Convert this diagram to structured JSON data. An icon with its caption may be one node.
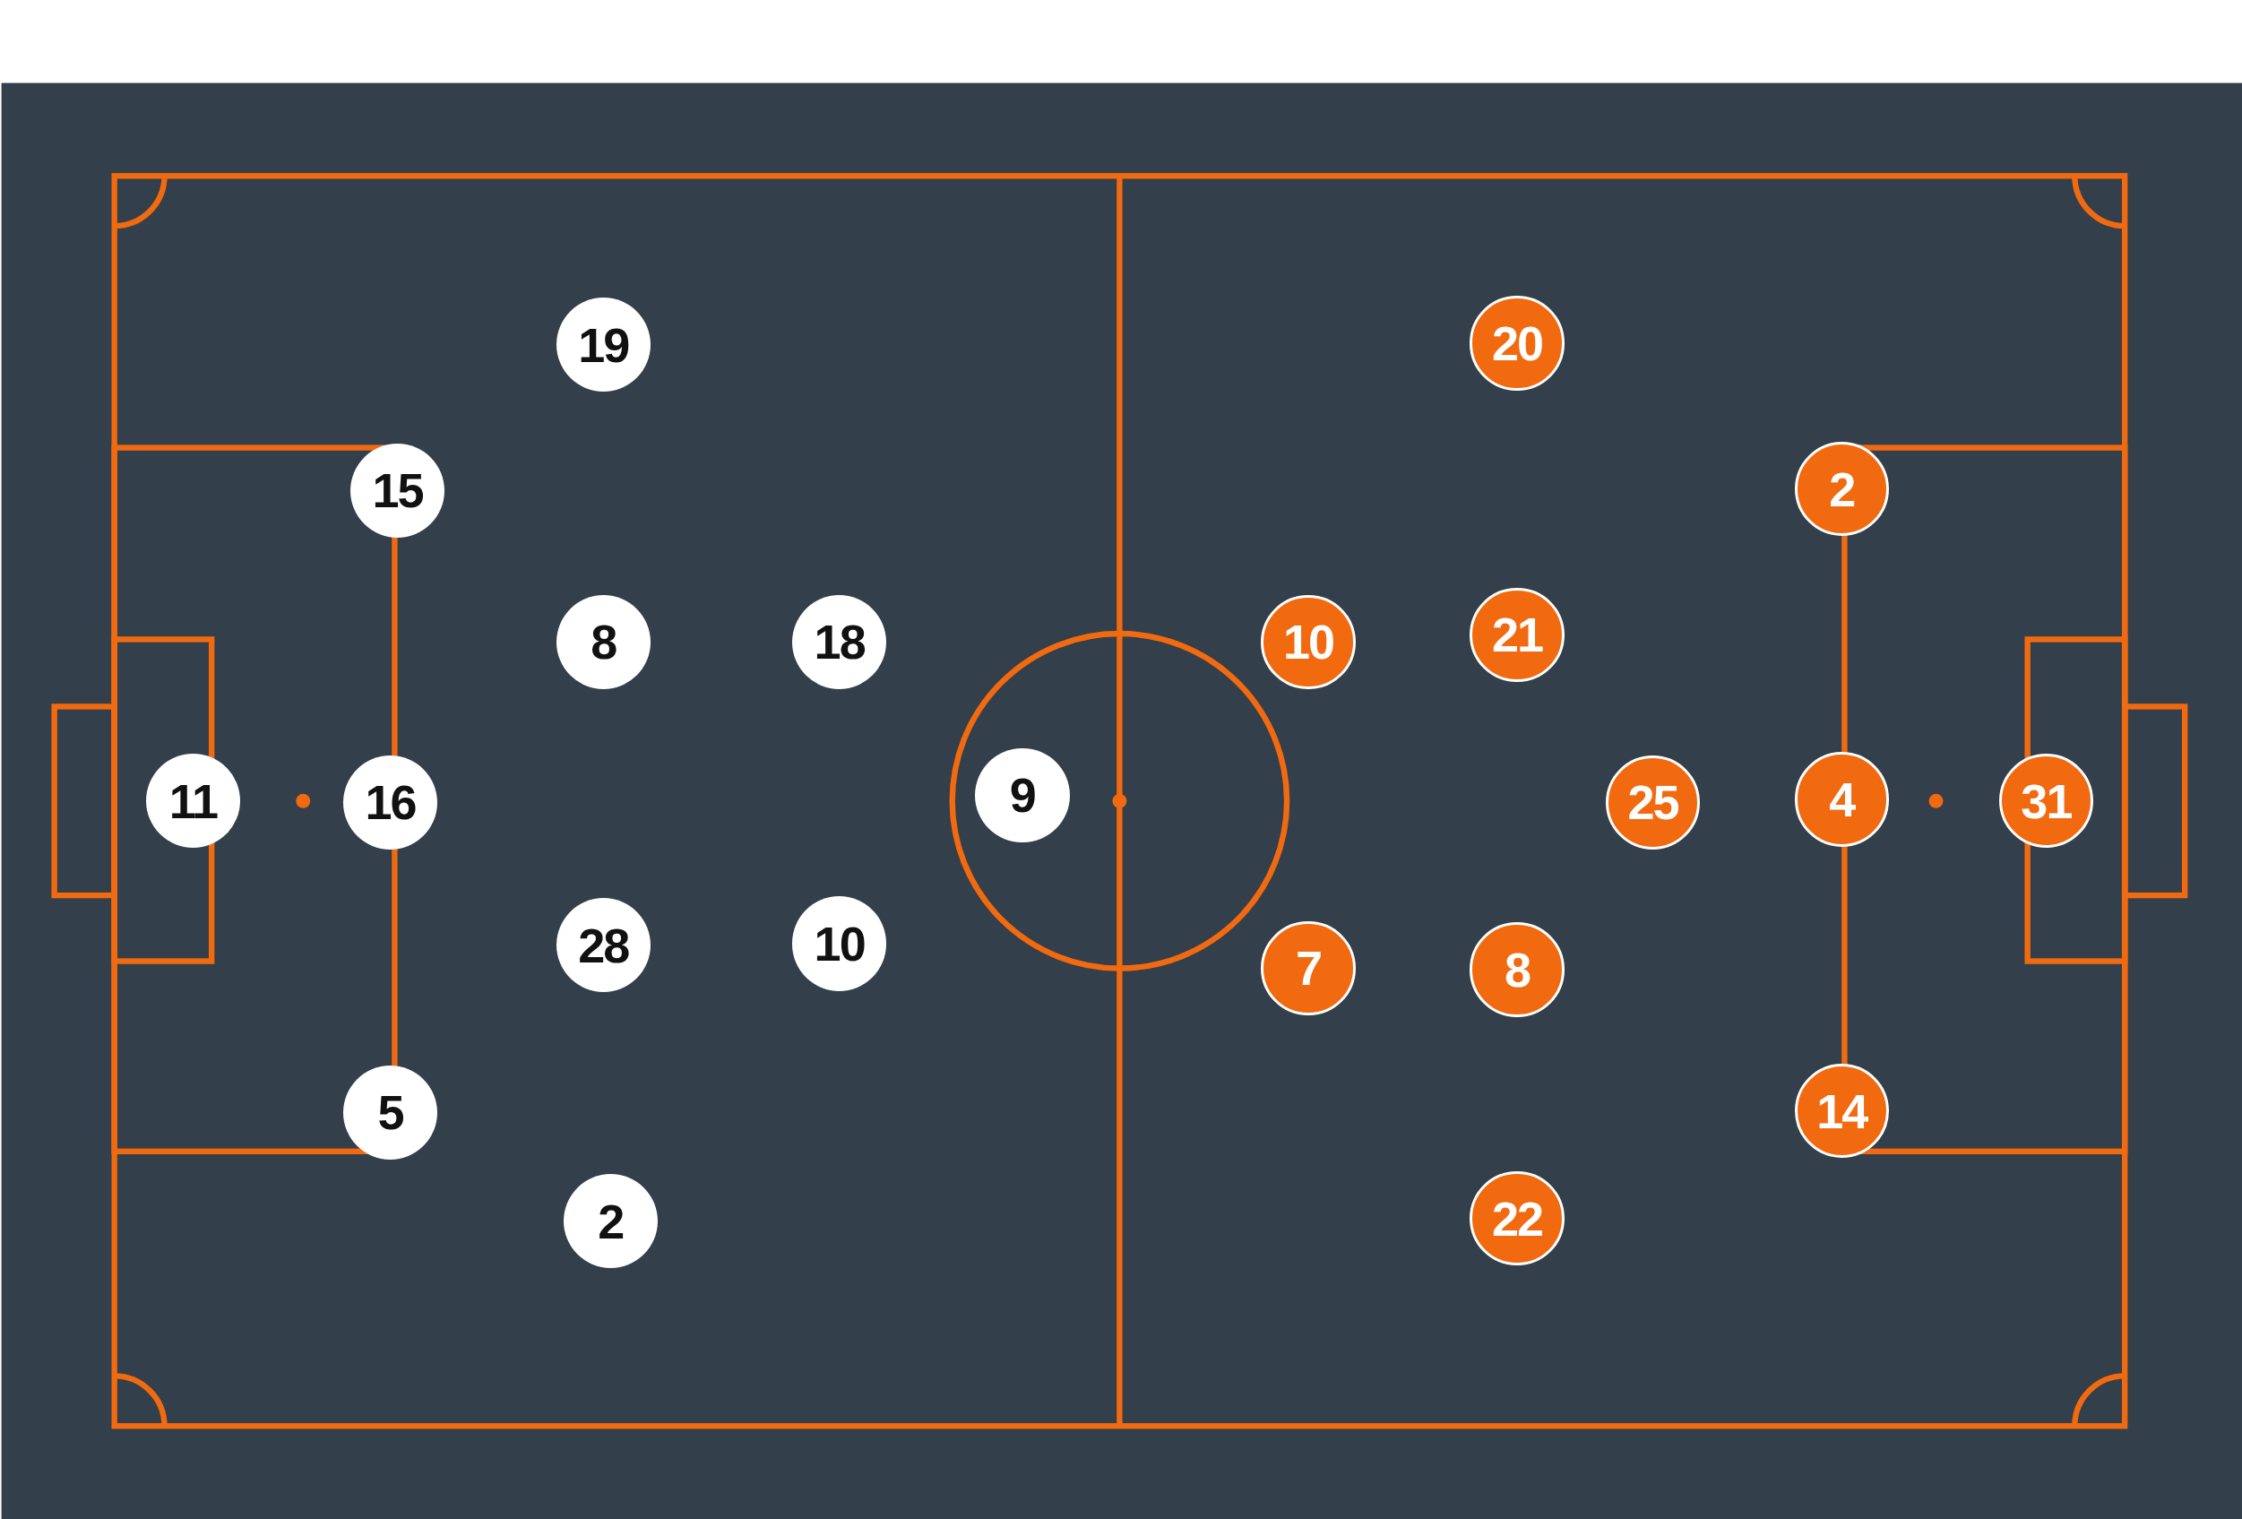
{
  "diagram": {
    "nodes": [
      {
        "text": [
          "19"
        ]
      },
      {
        "text": [
          "15"
        ]
      },
      {
        "text": [
          "8"
        ]
      },
      {
        "text": [
          "18"
        ]
      },
      {
        "text": [
          "11"
        ]
      },
      {
        "text": [
          "16"
        ]
      },
      {
        "text": [
          "9"
        ]
      },
      {
        "text": [
          "28"
        ]
      },
      {
        "text": [
          "10"
        ]
      },
      {
        "text": [
          "5"
        ]
      },
      {
        "text": [
          "2"
        ]
      },
      {
        "text": [
          "20"
        ]
      },
      {
        "text": [
          "2"
        ]
      },
      {
        "text": [
          "10"
        ]
      },
      {
        "text": [
          "21"
        ]
      },
      {
        "text": [
          "25"
        ]
      },
      {
        "text": [
          "4"
        ]
      },
      {
        "text": [
          "31"
        ]
      },
      {
        "text": [
          "7"
        ]
      },
      {
        "text": [
          "8"
        ]
      },
      {
        "text": [
          "14"
        ]
      },
      {
        "text": [
          "22"
        ]
      }
    ]
  }
}
